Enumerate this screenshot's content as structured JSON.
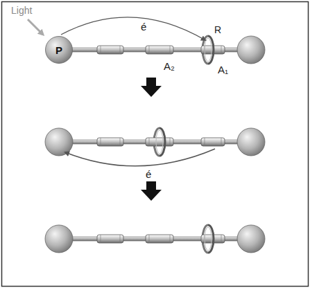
{
  "diagram": {
    "nodes": [
      {
        "text": [
          "P"
        ]
      }
    ],
    "labels": [
      "Light",
      "é",
      "R",
      "A₂",
      "A₁",
      "é"
    ]
  }
}
